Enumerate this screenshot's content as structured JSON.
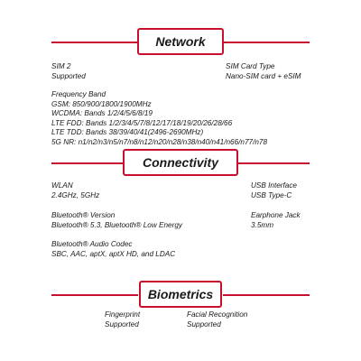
{
  "network": {
    "heading": "Network",
    "sim": {
      "label": "SIM 2",
      "value": "Supported"
    },
    "sim_card_type": {
      "label": "SIM Card Type",
      "value": "Nano-SIM card + eSIM"
    },
    "frequency_band": {
      "label": "Frequency Band",
      "lines": [
        "GSM: 850/900/1800/1900MHz",
        "WCDMA: Bands 1/2/4/5/6/8/19",
        "LTE FDD: Bands 1/2/3/4/5/7/8/12/17/18/19/20/26/28/66",
        "LTE TDD: Bands 38/39/40/41(2496-2690MHz)",
        "5G NR: n1/n2/n3/n5/n7/n8/n12/n20/n28/n38/n40/n41/n66/n77/n78"
      ]
    }
  },
  "connectivity": {
    "heading": "Connectivity",
    "wlan": {
      "label": "WLAN",
      "value": "2.4GHz, 5GHz"
    },
    "usb": {
      "label": "USB Interface",
      "value": "USB Type-C"
    },
    "bluetooth_version": {
      "label": "Bluetooth® Version",
      "value": "Bluetooth® 5.3, Bluetooth® Low Energy"
    },
    "earphone_jack": {
      "label": "Earphone Jack",
      "value": "3.5mm"
    },
    "audio_codec": {
      "label": "Bluetooth® Audio Codec",
      "value": "SBC, AAC, aptX, aptX HD, and LDAC"
    }
  },
  "biometrics": {
    "heading": "Biometrics",
    "fingerprint": {
      "label": "Fingerprint",
      "value": "Supported"
    },
    "facial_recognition": {
      "label": "Facial Recognition",
      "value": "Supported"
    }
  },
  "colors": {
    "accent": "#c8102e",
    "text": "#1a1a1a"
  }
}
